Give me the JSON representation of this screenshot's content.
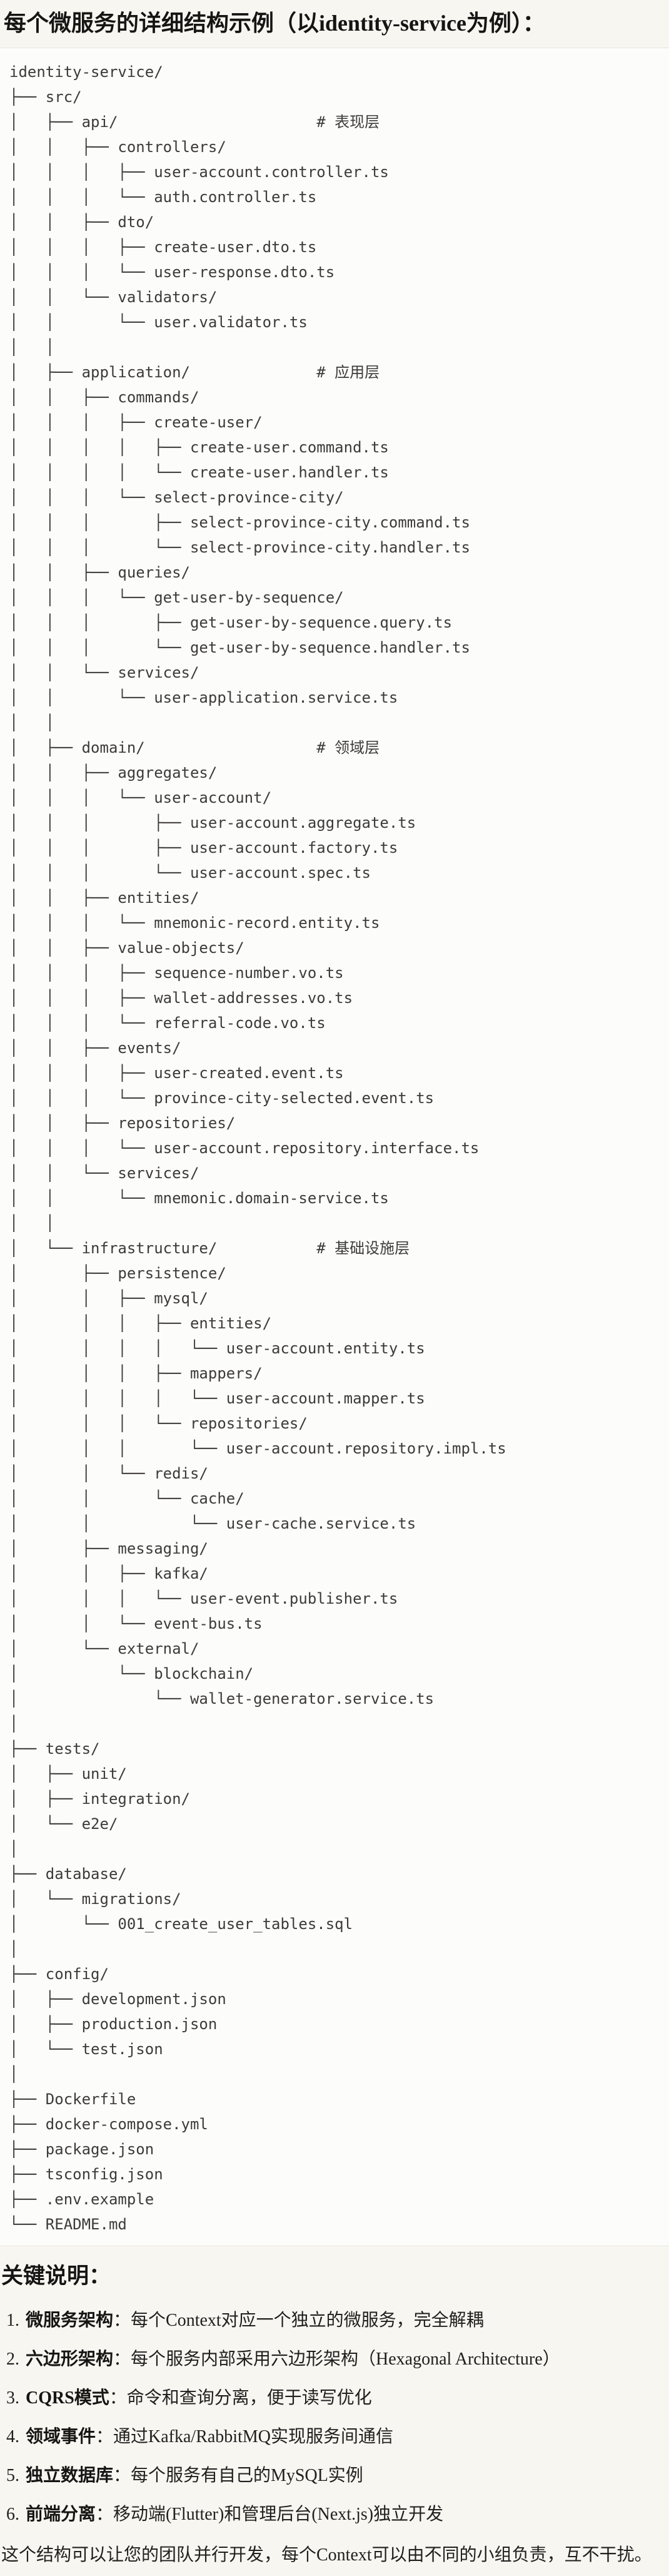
{
  "title": "每个微服务的详细结构示例（以identity-service为例）：",
  "tree": {
    "lines": [
      "identity-service/",
      "├── src/",
      "│   ├── api/                      # 表现层",
      "│   │   ├── controllers/",
      "│   │   │   ├── user-account.controller.ts",
      "│   │   │   └── auth.controller.ts",
      "│   │   ├── dto/",
      "│   │   │   ├── create-user.dto.ts",
      "│   │   │   └── user-response.dto.ts",
      "│   │   └── validators/",
      "│   │       └── user.validator.ts",
      "│   │",
      "│   ├── application/              # 应用层",
      "│   │   ├── commands/",
      "│   │   │   ├── create-user/",
      "│   │   │   │   ├── create-user.command.ts",
      "│   │   │   │   └── create-user.handler.ts",
      "│   │   │   └── select-province-city/",
      "│   │   │       ├── select-province-city.command.ts",
      "│   │   │       └── select-province-city.handler.ts",
      "│   │   ├── queries/",
      "│   │   │   └── get-user-by-sequence/",
      "│   │   │       ├── get-user-by-sequence.query.ts",
      "│   │   │       └── get-user-by-sequence.handler.ts",
      "│   │   └── services/",
      "│   │       └── user-application.service.ts",
      "│   │",
      "│   ├── domain/                   # 领域层",
      "│   │   ├── aggregates/",
      "│   │   │   └── user-account/",
      "│   │   │       ├── user-account.aggregate.ts",
      "│   │   │       ├── user-account.factory.ts",
      "│   │   │       └── user-account.spec.ts",
      "│   │   ├── entities/",
      "│   │   │   └── mnemonic-record.entity.ts",
      "│   │   ├── value-objects/",
      "│   │   │   ├── sequence-number.vo.ts",
      "│   │   │   ├── wallet-addresses.vo.ts",
      "│   │   │   └── referral-code.vo.ts",
      "│   │   ├── events/",
      "│   │   │   ├── user-created.event.ts",
      "│   │   │   └── province-city-selected.event.ts",
      "│   │   ├── repositories/",
      "│   │   │   └── user-account.repository.interface.ts",
      "│   │   └── services/",
      "│   │       └── mnemonic.domain-service.ts",
      "│   │",
      "│   └── infrastructure/           # 基础设施层",
      "│       ├── persistence/",
      "│       │   ├── mysql/",
      "│       │   │   ├── entities/",
      "│       │   │   │   └── user-account.entity.ts",
      "│       │   │   ├── mappers/",
      "│       │   │   │   └── user-account.mapper.ts",
      "│       │   │   └── repositories/",
      "│       │   │       └── user-account.repository.impl.ts",
      "│       │   └── redis/",
      "│       │       └── cache/",
      "│       │           └── user-cache.service.ts",
      "│       ├── messaging/",
      "│       │   ├── kafka/",
      "│       │   │   └── user-event.publisher.ts",
      "│       │   └── event-bus.ts",
      "│       └── external/",
      "│           └── blockchain/",
      "│               └── wallet-generator.service.ts",
      "│",
      "├── tests/",
      "│   ├── unit/",
      "│   ├── integration/",
      "│   └── e2e/",
      "│",
      "├── database/",
      "│   └── migrations/",
      "│       └── 001_create_user_tables.sql",
      "│",
      "├── config/",
      "│   ├── development.json",
      "│   ├── production.json",
      "│   └── test.json",
      "│",
      "├── Dockerfile",
      "├── docker-compose.yml",
      "├── package.json",
      "├── tsconfig.json",
      "├── .env.example",
      "└── README.md"
    ]
  },
  "notes": {
    "heading": "关键说明：",
    "items": [
      {
        "num": "1.",
        "label": "微服务架构",
        "text": "：每个Context对应一个独立的微服务，完全解耦"
      },
      {
        "num": "2.",
        "label": "六边形架构",
        "text": "：每个服务内部采用六边形架构（Hexagonal Architecture）"
      },
      {
        "num": "3.",
        "label": "CQRS模式",
        "text": "：命令和查询分离，便于读写优化"
      },
      {
        "num": "4.",
        "label": "领域事件",
        "text": "：通过Kafka/RabbitMQ实现服务间通信"
      },
      {
        "num": "5.",
        "label": "独立数据库",
        "text": "：每个服务有自己的MySQL实例"
      },
      {
        "num": "6.",
        "label": "前端分离",
        "text": "：移动端(Flutter)和管理后台(Next.js)独立开发"
      }
    ],
    "footer": "这个结构可以让您的团队并行开发，每个Context可以由不同的小组负责，互不干扰。"
  },
  "colors": {
    "page_bg": "#f7f6f1",
    "code_bg": "#fcfcfa",
    "border": "#e7e5df",
    "code_text": "#3c3b38",
    "body_text": "#21201e",
    "title_text": "#161514"
  }
}
